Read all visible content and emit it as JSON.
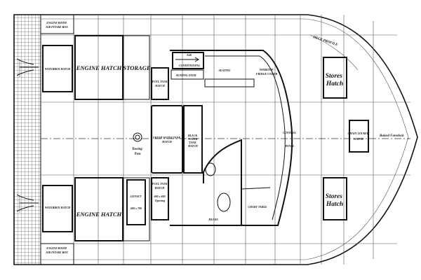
{
  "labels": {
    "engine_room_air_intake_top": [
      "ENGINE ROOM",
      "AIR INTAKE BOX"
    ],
    "engine_room_air_intake_bottom": [
      "ENGINE ROOM",
      "AIR INTAKE BOX"
    ],
    "waterbox_hatch_top": "WATERBOX HATCH",
    "waterbox_hatch_bottom": "WATERBOX HATCH",
    "engine_hatch_top": "ENGINE HATCH",
    "engine_hatch_bottom": "ENGINE HATCH",
    "storage": "STORAGE",
    "genset": [
      "GENSET",
      "600 x 700"
    ],
    "fuel_tank_hatch_top": [
      "FUEL TANK",
      "HATCH"
    ],
    "fuel_tank_hatch_bottom": [
      "FUEL TANK",
      "HATCH",
      "600 x 600",
      "Opening"
    ],
    "fresh_water_tank_hatch": [
      "FRESH WATER TANK",
      "HATCH"
    ],
    "black_water_tank_hatch": [
      "BLACK",
      "WATER",
      "TANK",
      "HATCH"
    ],
    "towing_post": [
      "Towing",
      "Post"
    ],
    "air_conditioning": [
      "AIR",
      "CONDITIONING"
    ],
    "seating_over": "SEATING OVER",
    "seating": "SEATING",
    "worktop_fridge_under": [
      "WORKTOP",
      "FRIDGE UNDER"
    ],
    "control_panel": [
      "CONTROL",
      "PANEL"
    ],
    "heads": "HEADS",
    "chart_table": "CHART TABLE",
    "deck_profile": "DECK PROFILE",
    "stores_hatch_top": [
      "Stores",
      "Hatch"
    ],
    "stores_hatch_bottom": [
      "Stores",
      "Hatch"
    ],
    "chain_locker_hatch": [
      "CHAIN LOCKER",
      "HATCH"
    ],
    "raised_foredeck": "Raised Foredeck"
  }
}
